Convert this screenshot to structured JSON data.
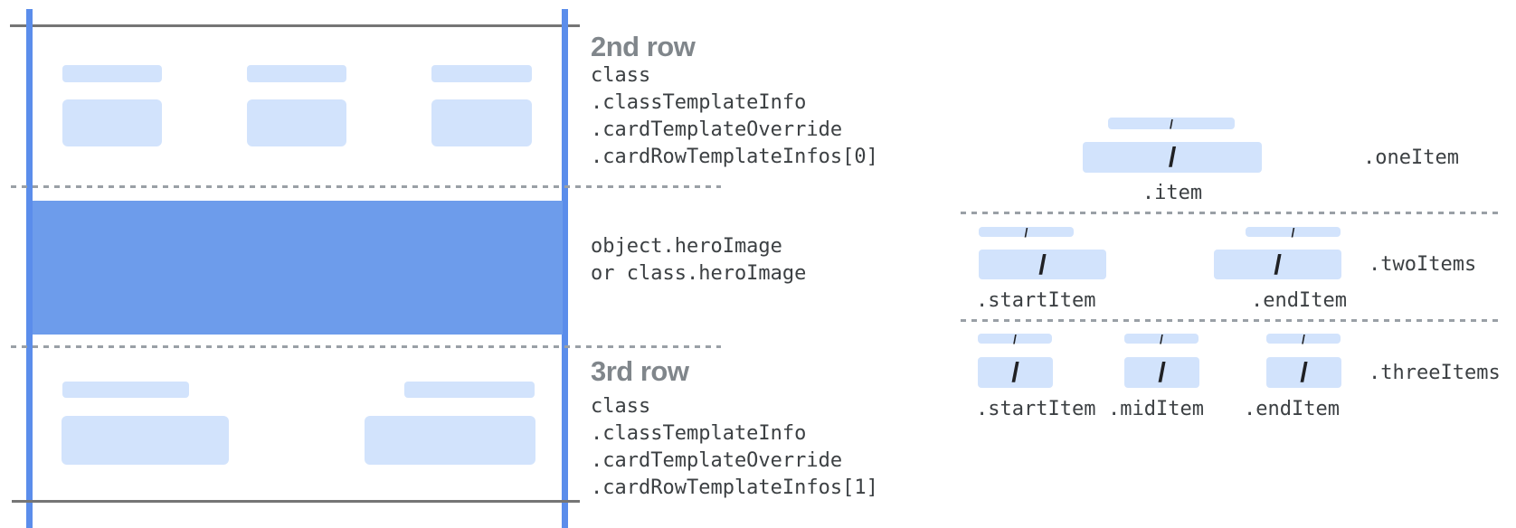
{
  "annotations": {
    "row2": {
      "heading": "2nd row",
      "code": [
        "class",
        ".classTemplateInfo",
        ".cardTemplateOverride",
        ".cardRowTemplateInfos[0]"
      ]
    },
    "hero": {
      "code": [
        "object.heroImage",
        "or class.heroImage"
      ]
    },
    "row3": {
      "heading": "3rd row",
      "code": [
        "class",
        ".classTemplateInfo",
        ".cardTemplateOverride",
        ".cardRowTemplateInfos[1]"
      ]
    }
  },
  "item_layouts": {
    "slash_glyph": "/",
    "one_item": {
      "label": ".oneItem",
      "item_caption": ".item"
    },
    "two_items": {
      "label": ".twoItems",
      "start_caption": ".startItem",
      "end_caption": ".endItem"
    },
    "three_items": {
      "label": ".threeItems",
      "start_caption": ".startItem",
      "mid_caption": ".midItem",
      "end_caption": ".endItem"
    }
  },
  "colors": {
    "placeholder_fill": "#d2e3fc",
    "hero_fill": "#6d9ceb",
    "guide_line_blue": "#5b8deb",
    "frame_line_gray": "#757575",
    "dashed_line_gray": "#9aa0a6",
    "heading_gray": "#80868b",
    "code_text": "#3c4043",
    "slash_ink": "#202124"
  }
}
